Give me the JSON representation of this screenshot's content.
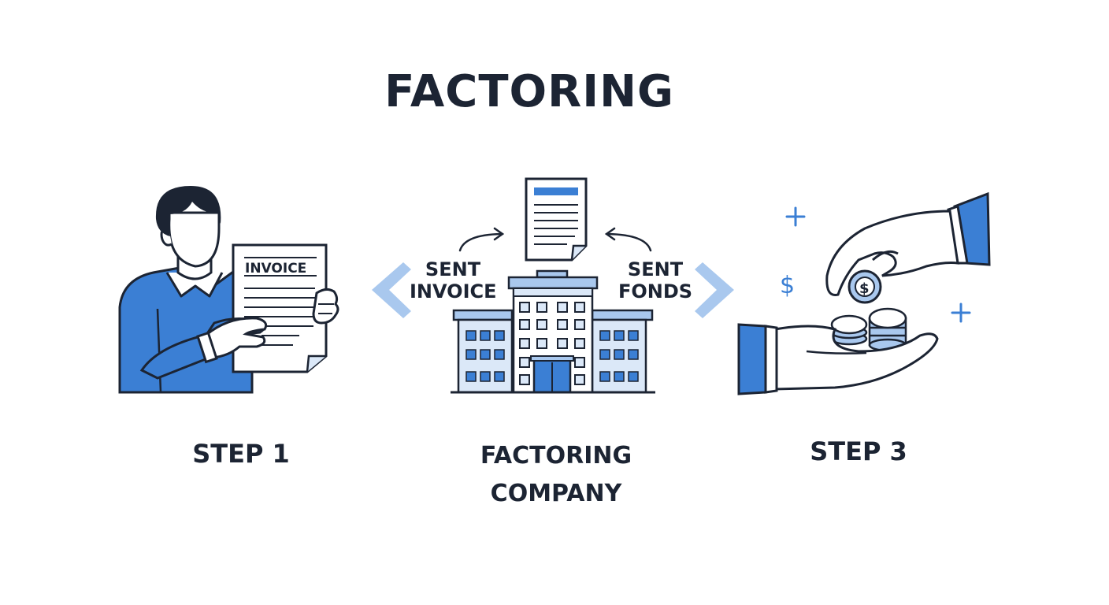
{
  "title": "FACTORING",
  "steps": [
    {
      "label": "STEP 1",
      "invoice_label": "INVOICE"
    },
    {
      "label_line1": "FACTORING",
      "label_line2": "COMPANY",
      "left_arrow_line1": "SENT",
      "left_arrow_line2": "INVOICE",
      "right_arrow_line1": "SENT",
      "right_arrow_line2": "FONDS"
    },
    {
      "label": "STEP 3",
      "dollar_sign": "$",
      "coin_symbol": "$"
    }
  ],
  "colors": {
    "ink": "#1c2433",
    "accent": "#3b7fd4",
    "light_accent": "#a9c8ee",
    "pale": "#dbe8f8"
  },
  "icons": [
    "person-with-invoice-icon",
    "document-icon",
    "office-building-icon",
    "hands-with-coins-icon",
    "left-chevron-icon",
    "right-chevron-icon",
    "curved-arrow-icon",
    "plus-sparkle-icon"
  ]
}
